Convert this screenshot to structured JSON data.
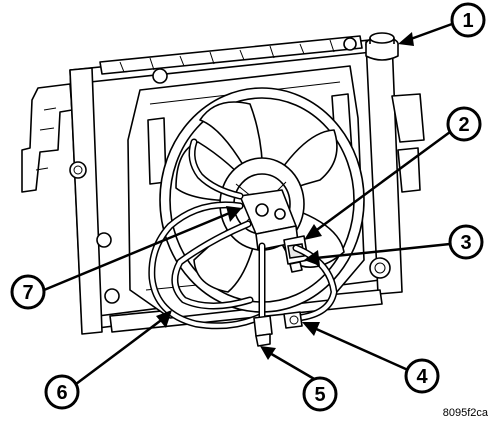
{
  "callouts": [
    {
      "number": "1"
    },
    {
      "number": "2"
    },
    {
      "number": "3"
    },
    {
      "number": "4"
    },
    {
      "number": "5"
    },
    {
      "number": "6"
    },
    {
      "number": "7"
    }
  ],
  "figure_code": "8095f2ca"
}
